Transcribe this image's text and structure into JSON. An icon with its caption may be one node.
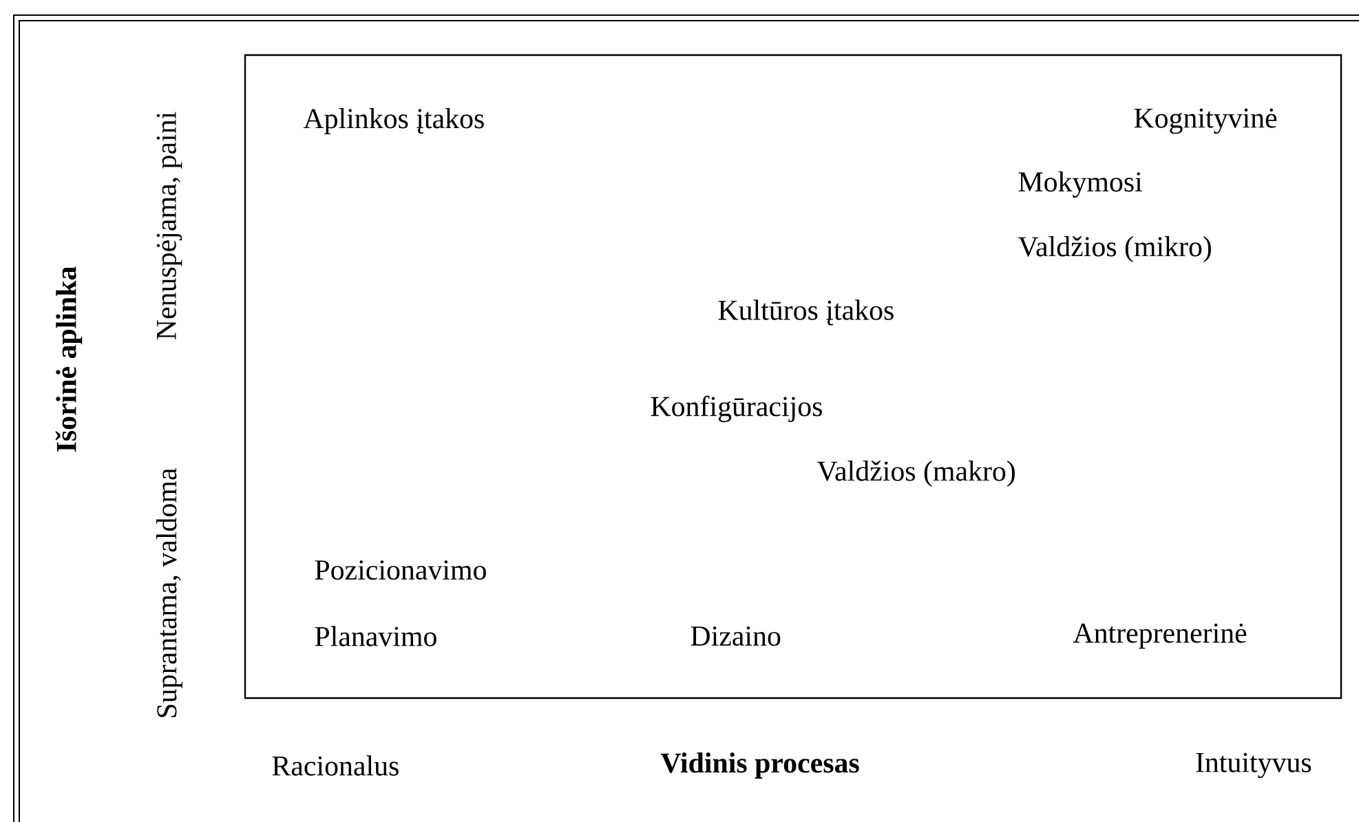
{
  "diagram": {
    "labels": [
      "Aplinkos įtakos",
      "Kognityvinė",
      "Mokymosi",
      "Valdžios (mikro)",
      "Kultūros įtakos",
      "Konfigūracijos",
      "Valdžios (makro)",
      "Pozicionavimo",
      "Planavimo",
      "Dizaino",
      "Antreprenerinė",
      "Išorinė aplinka",
      "Nenuspėjama, paini",
      "Suprantama, valdoma",
      "Racionalus",
      "Vidinis procesas",
      "Intuityvus"
    ]
  }
}
